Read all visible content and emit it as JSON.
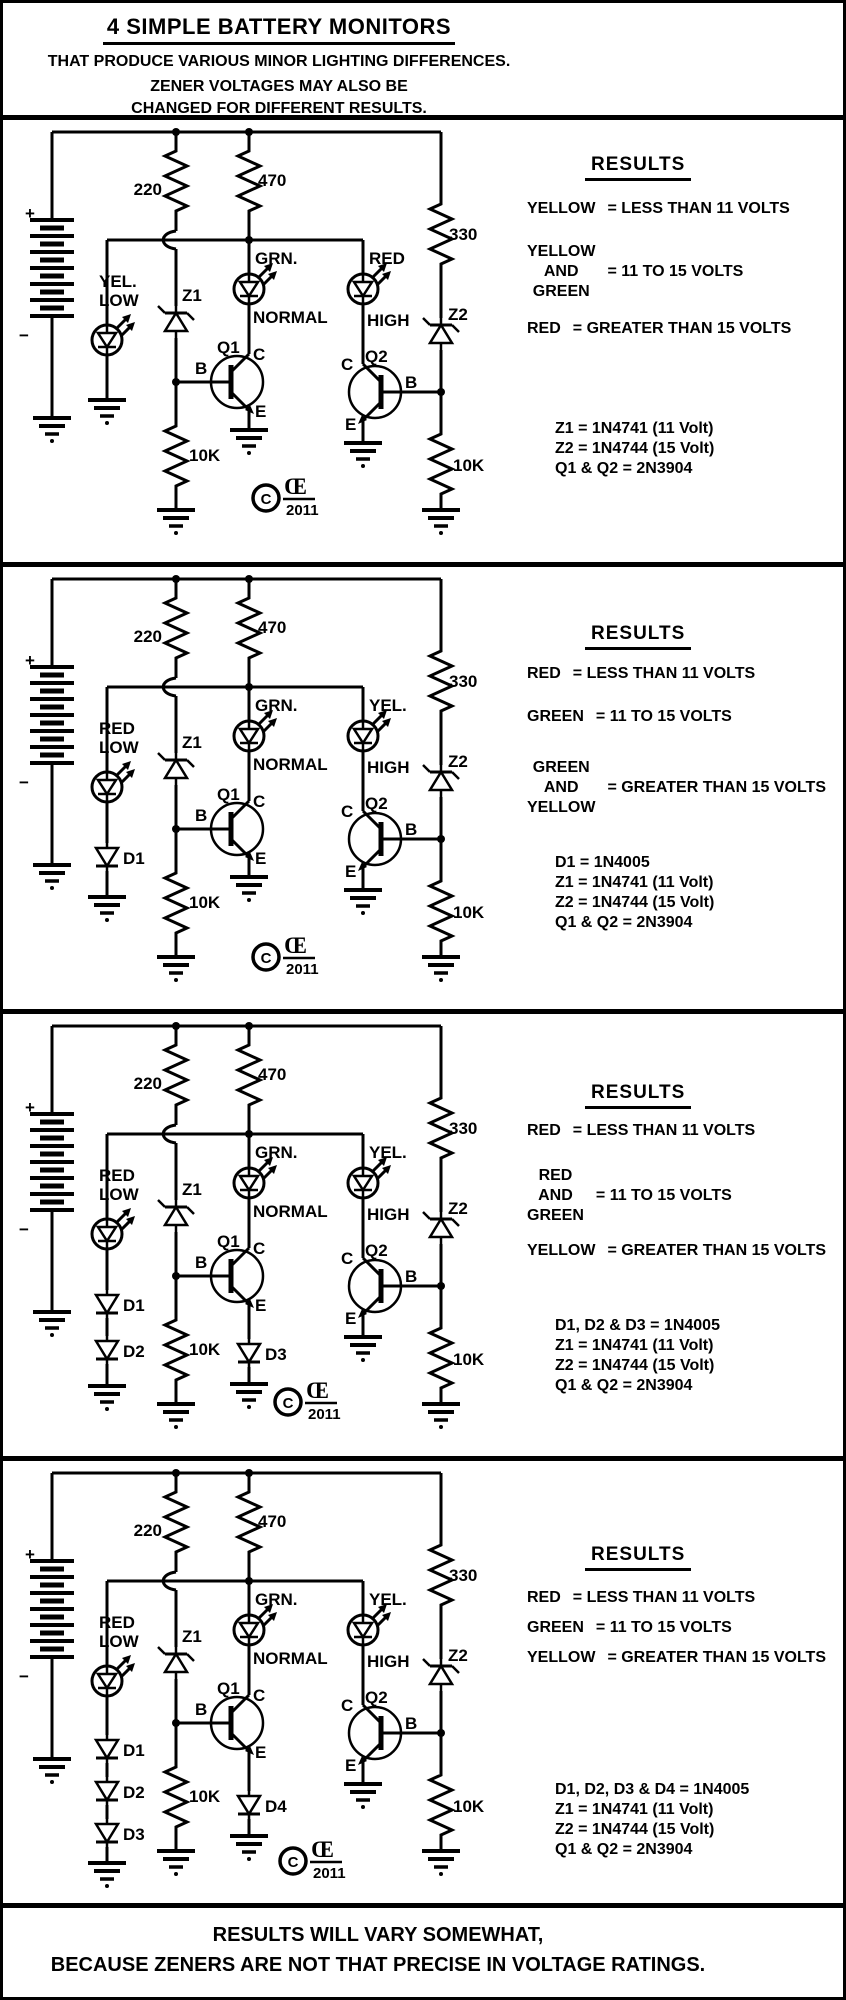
{
  "header": {
    "title": "4 SIMPLE BATTERY MONITORS",
    "line1": "THAT PRODUCE VARIOUS MINOR LIGHTING DIFFERENCES.",
    "line2": "ZENER VOLTAGES MAY ALSO BE",
    "line3": "CHANGED FOR DIFFERENT RESULTS."
  },
  "footer": {
    "line1": "RESULTS WILL VARY SOMEWHAT,",
    "line2": "BECAUSE ZENERS ARE NOT THAT PRECISE IN VOLTAGE RATINGS."
  },
  "common": {
    "results_title": "RESULTS",
    "r220": "220",
    "r470": "470",
    "r330": "330",
    "r10k": "10K",
    "z1": "Z1",
    "z2": "Z2",
    "q1": "Q1",
    "q2": "Q2",
    "base": "B",
    "collector": "C",
    "emitter": "E",
    "plus": "+",
    "minus": "−",
    "led_mid_top": "GRN.",
    "led_mid_bottom": "NORMAL",
    "low": "LOW",
    "high": "HIGH",
    "copyright_c": "C",
    "copyright_logo": "Œ",
    "copyright_year": "2011"
  },
  "panels": [
    {
      "led1_top": "YEL.",
      "led3_top": "RED",
      "results": [
        {
          "lhs": [
            "YELLOW"
          ],
          "rhs": "=  LESS THAN 11 VOLTS"
        },
        {
          "lhs": [
            "YELLOW",
            "AND",
            "GREEN"
          ],
          "rhs": "=  11 TO 15 VOLTS"
        },
        {
          "lhs": [
            "RED"
          ],
          "rhs": "=  GREATER THAN 15 VOLTS"
        }
      ],
      "parts": [
        "Z1 = 1N4741 (11 Volt)",
        "Z2 = 1N4744 (15 Volt)",
        "Q1 & Q2 = 2N3904"
      ]
    },
    {
      "led1_top": "RED",
      "led3_top": "YEL.",
      "d1": "D1",
      "results": [
        {
          "lhs": [
            "RED"
          ],
          "rhs": "=  LESS THAN 11 VOLTS"
        },
        {
          "lhs": [
            "GREEN"
          ],
          "rhs": "=  11 TO 15 VOLTS"
        },
        {
          "lhs": [
            "GREEN",
            "AND",
            "YELLOW"
          ],
          "rhs": "=  GREATER THAN 15 VOLTS"
        }
      ],
      "parts": [
        "D1  = 1N4005",
        "Z1 = 1N4741 (11 Volt)",
        "Z2 = 1N4744 (15 Volt)",
        "Q1 & Q2 = 2N3904"
      ]
    },
    {
      "led1_top": "RED",
      "led3_top": "YEL.",
      "d1": "D1",
      "d2": "D2",
      "de": "D3",
      "results": [
        {
          "lhs": [
            "RED"
          ],
          "rhs": "=  LESS THAN 11 VOLTS"
        },
        {
          "lhs": [
            "RED",
            "AND",
            "GREEN"
          ],
          "rhs": "=  11 TO 15 VOLTS"
        },
        {
          "lhs": [
            "YELLOW"
          ],
          "rhs": "=  GREATER THAN 15 VOLTS"
        }
      ],
      "parts": [
        "D1, D2 & D3 = 1N4005",
        "Z1 = 1N4741 (11 Volt)",
        "Z2 = 1N4744 (15 Volt)",
        "Q1 & Q2 = 2N3904"
      ]
    },
    {
      "led1_top": "RED",
      "led3_top": "YEL.",
      "d1": "D1",
      "d2": "D2",
      "d3": "D3",
      "de": "D4",
      "results": [
        {
          "lhs": [
            "RED"
          ],
          "rhs": "=  LESS THAN 11 VOLTS"
        },
        {
          "lhs": [
            "GREEN"
          ],
          "rhs": "=  11 TO 15 VOLTS"
        },
        {
          "lhs": [
            "YELLOW"
          ],
          "rhs": "=  GREATER THAN 15 VOLTS"
        }
      ],
      "parts": [
        "D1, D2, D3 & D4 = 1N4005",
        "Z1 = 1N4741 (11 Volt)",
        "Z2 = 1N4744 (15 Volt)",
        "Q1 & Q2 = 2N3904"
      ]
    }
  ]
}
